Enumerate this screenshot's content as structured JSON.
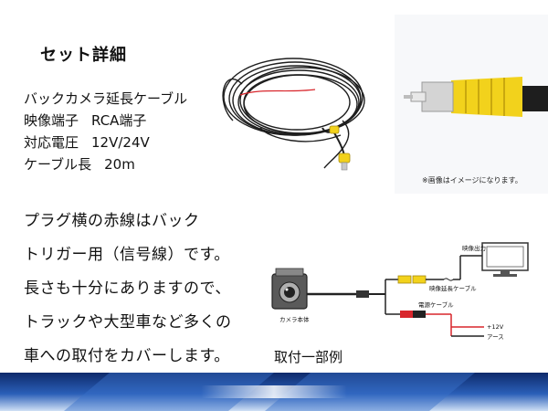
{
  "title": "セット詳細",
  "specs": [
    {
      "label": "バックカメラ延長ケーブル",
      "value": ""
    },
    {
      "label": "映像端子",
      "value": "RCA端子"
    },
    {
      "label": "対応電圧",
      "value": "12V/24V"
    },
    {
      "label": "ケーブル長",
      "value": "20m"
    }
  ],
  "photo_note": "※画像はイメージになります。",
  "description_lines": [
    "プラグ横の赤線はバック",
    "トリガー用（信号線）です。",
    "長さも十分にありますので、",
    "トラックや大型車など多くの",
    "車への取付をカバーします。"
  ],
  "diagram": {
    "video_output": "映像出力",
    "extension_cable": "映像延長ケーブル",
    "power_cable": "電源ケーブル",
    "camera_body": "カメラ本体",
    "plus_12v": "+12V",
    "ground": "アース"
  },
  "diagram_caption": "取付一部例",
  "colors": {
    "rca_yellow": "#f2d21c",
    "wire_red": "#d8262c",
    "cable_black": "#1e1e1e",
    "footer_blue": "#1b3f8f"
  }
}
